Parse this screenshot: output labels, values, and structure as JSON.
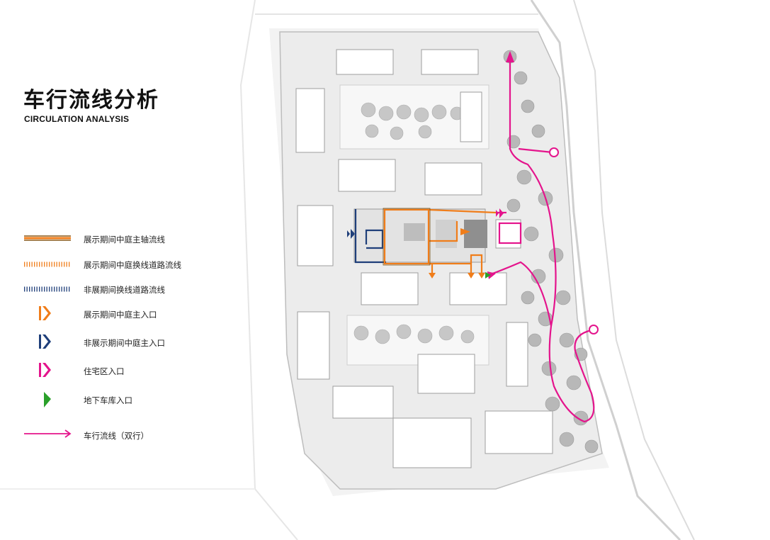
{
  "title": "车行流线分析",
  "subtitle": "CIRCULATION ANALYSIS",
  "legend": [
    {
      "label": "展示期间中庭主轴流线",
      "symbol": "double-line",
      "color": "#f07d1a",
      "color2": "#8a5a1a"
    },
    {
      "label": "展示期间中庭换线道路流线",
      "symbol": "dashed-line",
      "color": "#f07d1a"
    },
    {
      "label": "非展期间换线道路流线",
      "symbol": "dashed-line",
      "color": "#1f3f7a"
    },
    {
      "label": "展示期间中庭主入口",
      "symbol": "chevron",
      "color": "#f07d1a"
    },
    {
      "label": "非展示期间中庭主入口",
      "symbol": "chevron",
      "color": "#1f3f7a"
    },
    {
      "label": "住宅区入口",
      "symbol": "chevron",
      "color": "#e4148c"
    },
    {
      "label": "地下车库入口",
      "symbol": "triangle",
      "color": "#2aa02a"
    },
    {
      "label": "车行流线（双行）",
      "symbol": "arrow-line",
      "color": "#e4148c"
    }
  ],
  "colors": {
    "magenta": "#e4148c",
    "orange": "#f07d1a",
    "navy": "#1f3f7a",
    "green": "#2aa02a"
  }
}
